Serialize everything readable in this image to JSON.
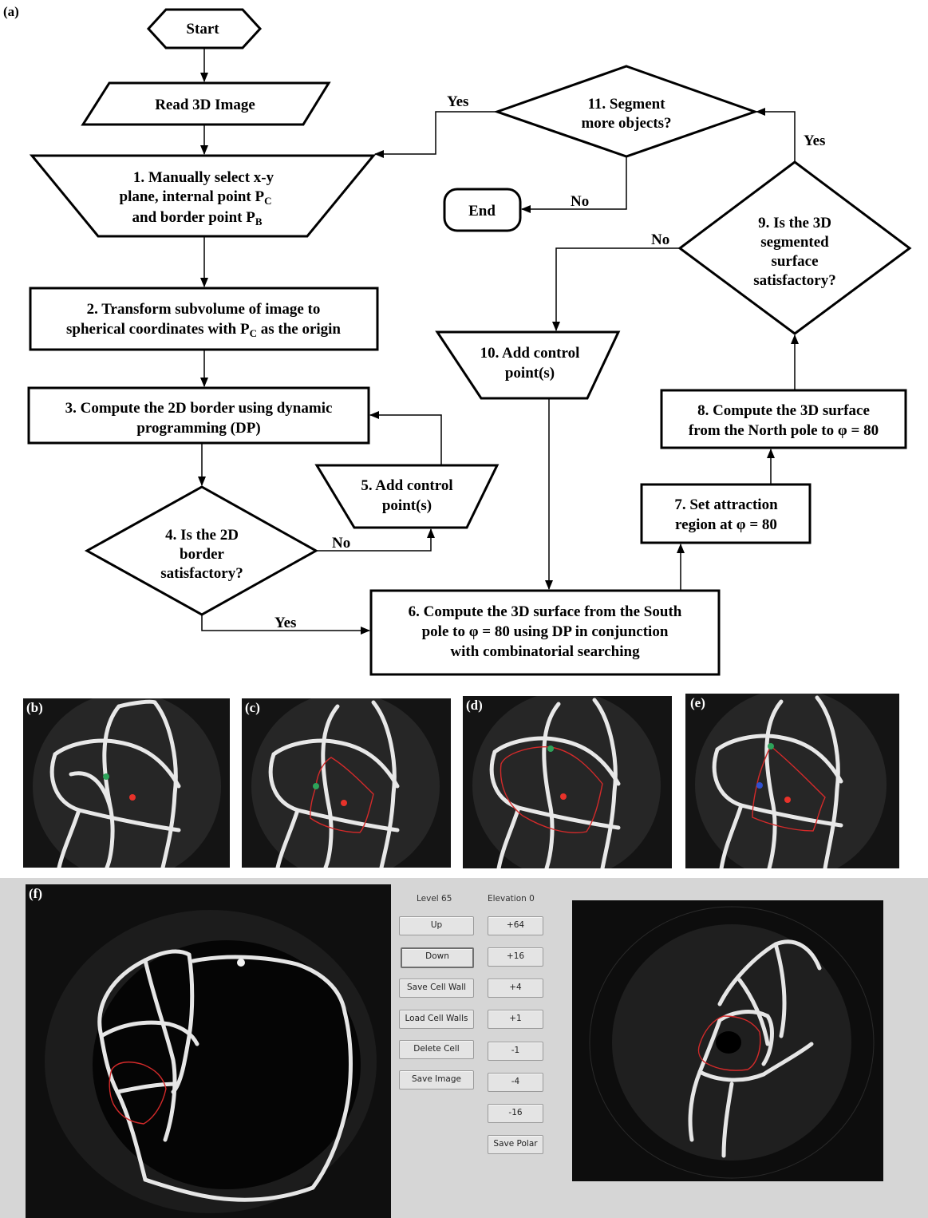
{
  "figure": {
    "panel_labels": {
      "a": "(a)",
      "b": "(b)",
      "c": "(c)",
      "d": "(d)",
      "e": "(e)",
      "f": "(f)"
    }
  },
  "flowchart": {
    "start": "Start",
    "read": "Read 3D   Image",
    "step1": [
      "1.  Manually select x-y",
      "plane, internal point P",
      "and border point P"
    ],
    "step1_sub_c": "C",
    "step1_sub_b": "B",
    "step2": [
      "2.   Transform subvolume of image to",
      "spherical coordinates with P",
      " as the  origin"
    ],
    "step2_sub": "C",
    "step3": [
      "3. Compute the 2D border using dynamic",
      "programming (DP)"
    ],
    "step4": [
      "4.  Is the 2D",
      "border",
      "satisfactory?"
    ],
    "step5": [
      "5. Add control",
      "point(s)"
    ],
    "step6": [
      "6.  Compute the 3D surface from the South",
      "pole to φ = 80 using DP in conjunction",
      "with combinatorial searching"
    ],
    "step7": [
      "7.  Set attraction",
      "region at φ = 80"
    ],
    "step8": [
      "8.   Compute the 3D surface",
      "from the North pole to φ = 80"
    ],
    "step9": [
      "9.   Is the 3D",
      "segmented",
      "surface",
      "satisfactory?"
    ],
    "step10": [
      "10. Add control",
      "point(s)"
    ],
    "step11": [
      "11.  Segment",
      "more objects?"
    ],
    "end": "End",
    "labels": {
      "yes": "Yes",
      "no": "No"
    }
  },
  "gui": {
    "level_label": "Level 65",
    "elevation_label": "Elevation 0",
    "left_buttons": [
      "Up",
      "Down",
      "Save Cell Wall",
      "Load Cell Walls",
      "Delete Cell",
      "Save Image"
    ],
    "right_buttons": [
      "+64",
      "+16",
      "+4",
      "+1",
      "-1",
      "-4",
      "-16",
      "Save Polar"
    ]
  },
  "colors": {
    "contour": "#d42a2a",
    "internal_point": "#e8322a",
    "border_point": "#2ea35a",
    "control_point": "#3050d0",
    "gui_bg": "#d6d6d6"
  }
}
